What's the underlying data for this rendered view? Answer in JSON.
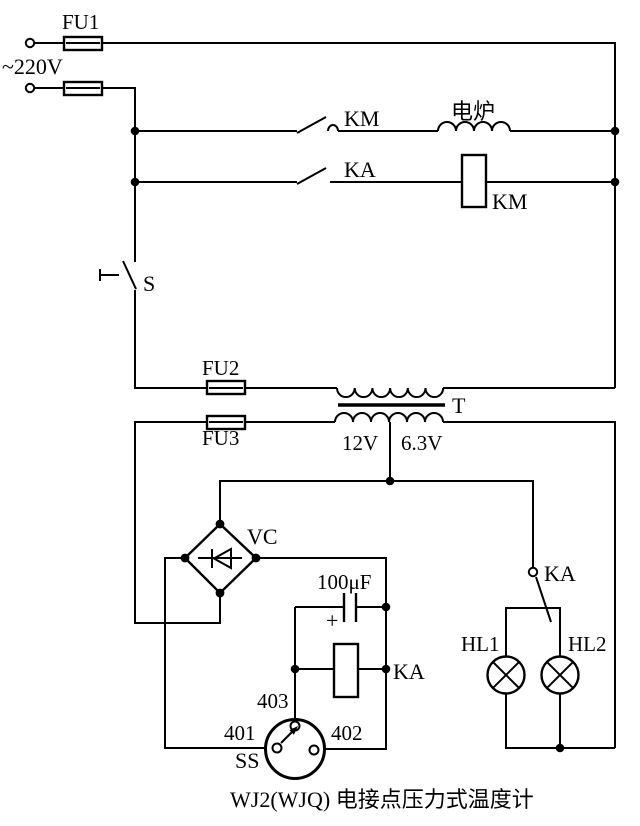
{
  "schematic": {
    "caption": "WJ2(WJQ) 电接点压力式温度计",
    "supply": {
      "voltage": "~220V",
      "fuse1": "FU1"
    },
    "heater_branch": {
      "contact": "KM",
      "load": "电炉"
    },
    "contactor_branch": {
      "contact": "KA",
      "coil": "KM"
    },
    "main_switch": {
      "label": "S"
    },
    "transformer": {
      "label": "T",
      "fuse_primary": "FU2",
      "fuse_secondary": "FU3",
      "tap_left": "12V",
      "tap_right": "6.3V"
    },
    "rectifier": {
      "label": "VC"
    },
    "capacitor": {
      "value": "100μF",
      "polarity": "+"
    },
    "relay": {
      "coil": "KA"
    },
    "temp_switch": {
      "label": "SS",
      "terminal_top": "403",
      "terminal_left": "401",
      "terminal_right": "402"
    },
    "indicator": {
      "contact": "KA",
      "lamp_left": "HL1",
      "lamp_right": "HL2"
    }
  }
}
